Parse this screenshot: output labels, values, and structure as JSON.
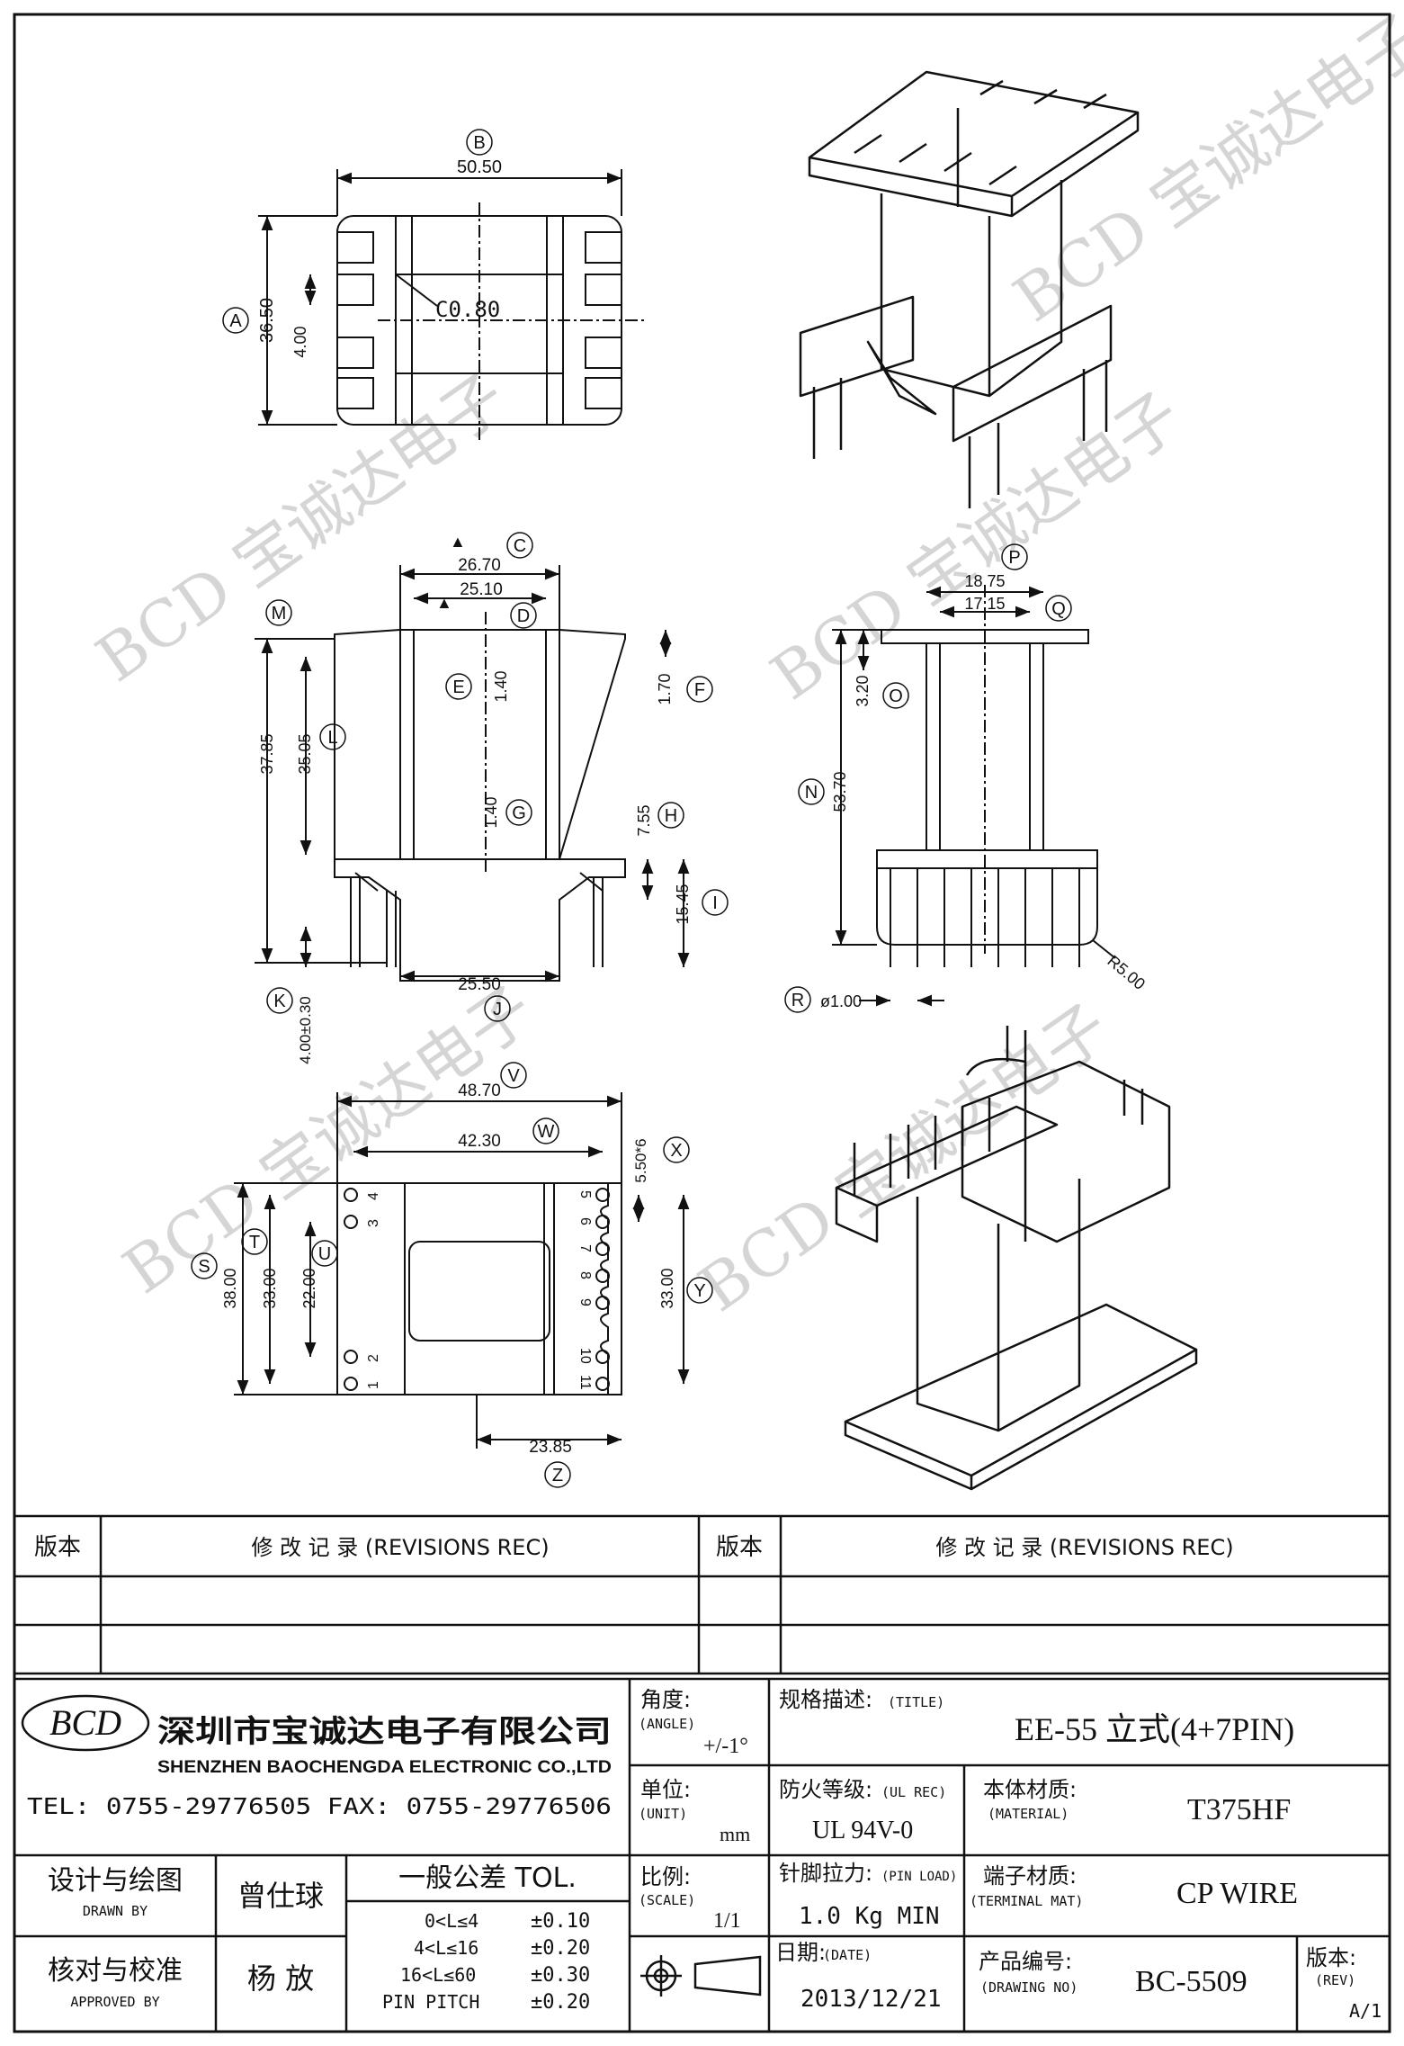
{
  "company": {
    "logo": "BCD",
    "name_cn": "深圳市宝诚达电子有限公司",
    "name_en": "SHENZHEN BAOCHENGDA ELECTRONIC CO.,LTD",
    "contact": "TEL: 0755-29776505  FAX: 0755-29776506"
  },
  "watermark": "BCD 宝诚达电子",
  "views": {
    "top": {
      "label_a": "A",
      "label_b": "B",
      "dim_width": "50.50",
      "dim_height": "36.50",
      "dim_small": "4.00",
      "chamfer": "C0.80"
    },
    "front": {
      "c": "C",
      "d": "D",
      "e": "E",
      "f": "F",
      "g": "G",
      "h": "H",
      "i": "I",
      "j": "J",
      "k": "K",
      "l": "L",
      "m": "M",
      "dim_c": "26.70",
      "dim_d": "25.10",
      "dim_e": "1.40",
      "dim_f": "1.70",
      "dim_g": "1.40",
      "dim_h": "7.55",
      "dim_i": "15.45",
      "dim_j": "25.50",
      "dim_k": "4.00±0.30",
      "dim_l": "35.05",
      "dim_m": "37.85"
    },
    "side": {
      "n": "N",
      "o": "O",
      "p": "P",
      "q": "Q",
      "r": "R",
      "dim_p": "18.75",
      "dim_q": "17.15",
      "dim_o": "3.20",
      "dim_n": "53.70",
      "dim_r": "ø1.00",
      "radius": "R5.00"
    },
    "bottom": {
      "s": "S",
      "t": "T",
      "u": "U",
      "v": "V",
      "w": "W",
      "x": "X",
      "y": "Y",
      "z": "Z",
      "dim_v": "48.70",
      "dim_w": "42.30",
      "dim_x": "5.50*6",
      "dim_s": "38.00",
      "dim_t": "33.00",
      "dim_u": "22.00",
      "dim_y": "33.00",
      "dim_z": "23.85",
      "pins_left": [
        "4",
        "3",
        "2",
        "1"
      ],
      "pins_right": [
        "5",
        "6",
        "7",
        "8",
        "9",
        "10",
        "11"
      ]
    }
  },
  "revisions": {
    "ver_label": "版本",
    "rec_label": "修  改  记  录  (REVISIONS REC)"
  },
  "title_block": {
    "angle_label": "角度:",
    "angle_en": "(ANGLE)",
    "angle_value": "+/-1°",
    "title_label": "规格描述:",
    "title_en": "(TITLE)",
    "title_value": "EE-55 立式(4+7PIN)",
    "unit_label": "单位:",
    "unit_en": "(UNIT)",
    "unit_value": "mm",
    "ul_label": "防火等级:",
    "ul_en": "(UL REC)",
    "ul_value": "UL 94V-0",
    "material_label": "本体材质:",
    "material_en": "(MATERIAL)",
    "material_value": "T375HF",
    "designer_label": "设计与绘图",
    "designer_en": "DRAWN BY",
    "designer_value": "曾仕球",
    "approver_label": "核对与校准",
    "approver_en": "APPROVED BY",
    "approver_value": "杨  放",
    "tol_label": "一般公差 TOL.",
    "tolerances": [
      {
        "range": "0<L≤4",
        "value": "±0.10"
      },
      {
        "range": "4<L≤16",
        "value": "±0.20"
      },
      {
        "range": "16<L≤60",
        "value": "±0.30"
      },
      {
        "range": "PIN PITCH",
        "value": "±0.20"
      }
    ],
    "scale_label": "比例:",
    "scale_en": "(SCALE)",
    "scale_value": "1/1",
    "pinload_label": "针脚拉力:",
    "pinload_en": "(PIN LOAD)",
    "pinload_value": "1.0 Kg MIN",
    "terminal_label": "端子材质:",
    "terminal_en": "(TERMINAL MAT)",
    "terminal_value": "CP WIRE",
    "date_label": "日期:",
    "date_en": "(DATE)",
    "date_value": "2013/12/21",
    "drawing_label": "产品编号:",
    "drawing_en": "(DRAWING NO)",
    "drawing_value": "BC-5509",
    "rev_label": "版本:",
    "rev_en": "(REV)",
    "rev_value": "A/1"
  }
}
